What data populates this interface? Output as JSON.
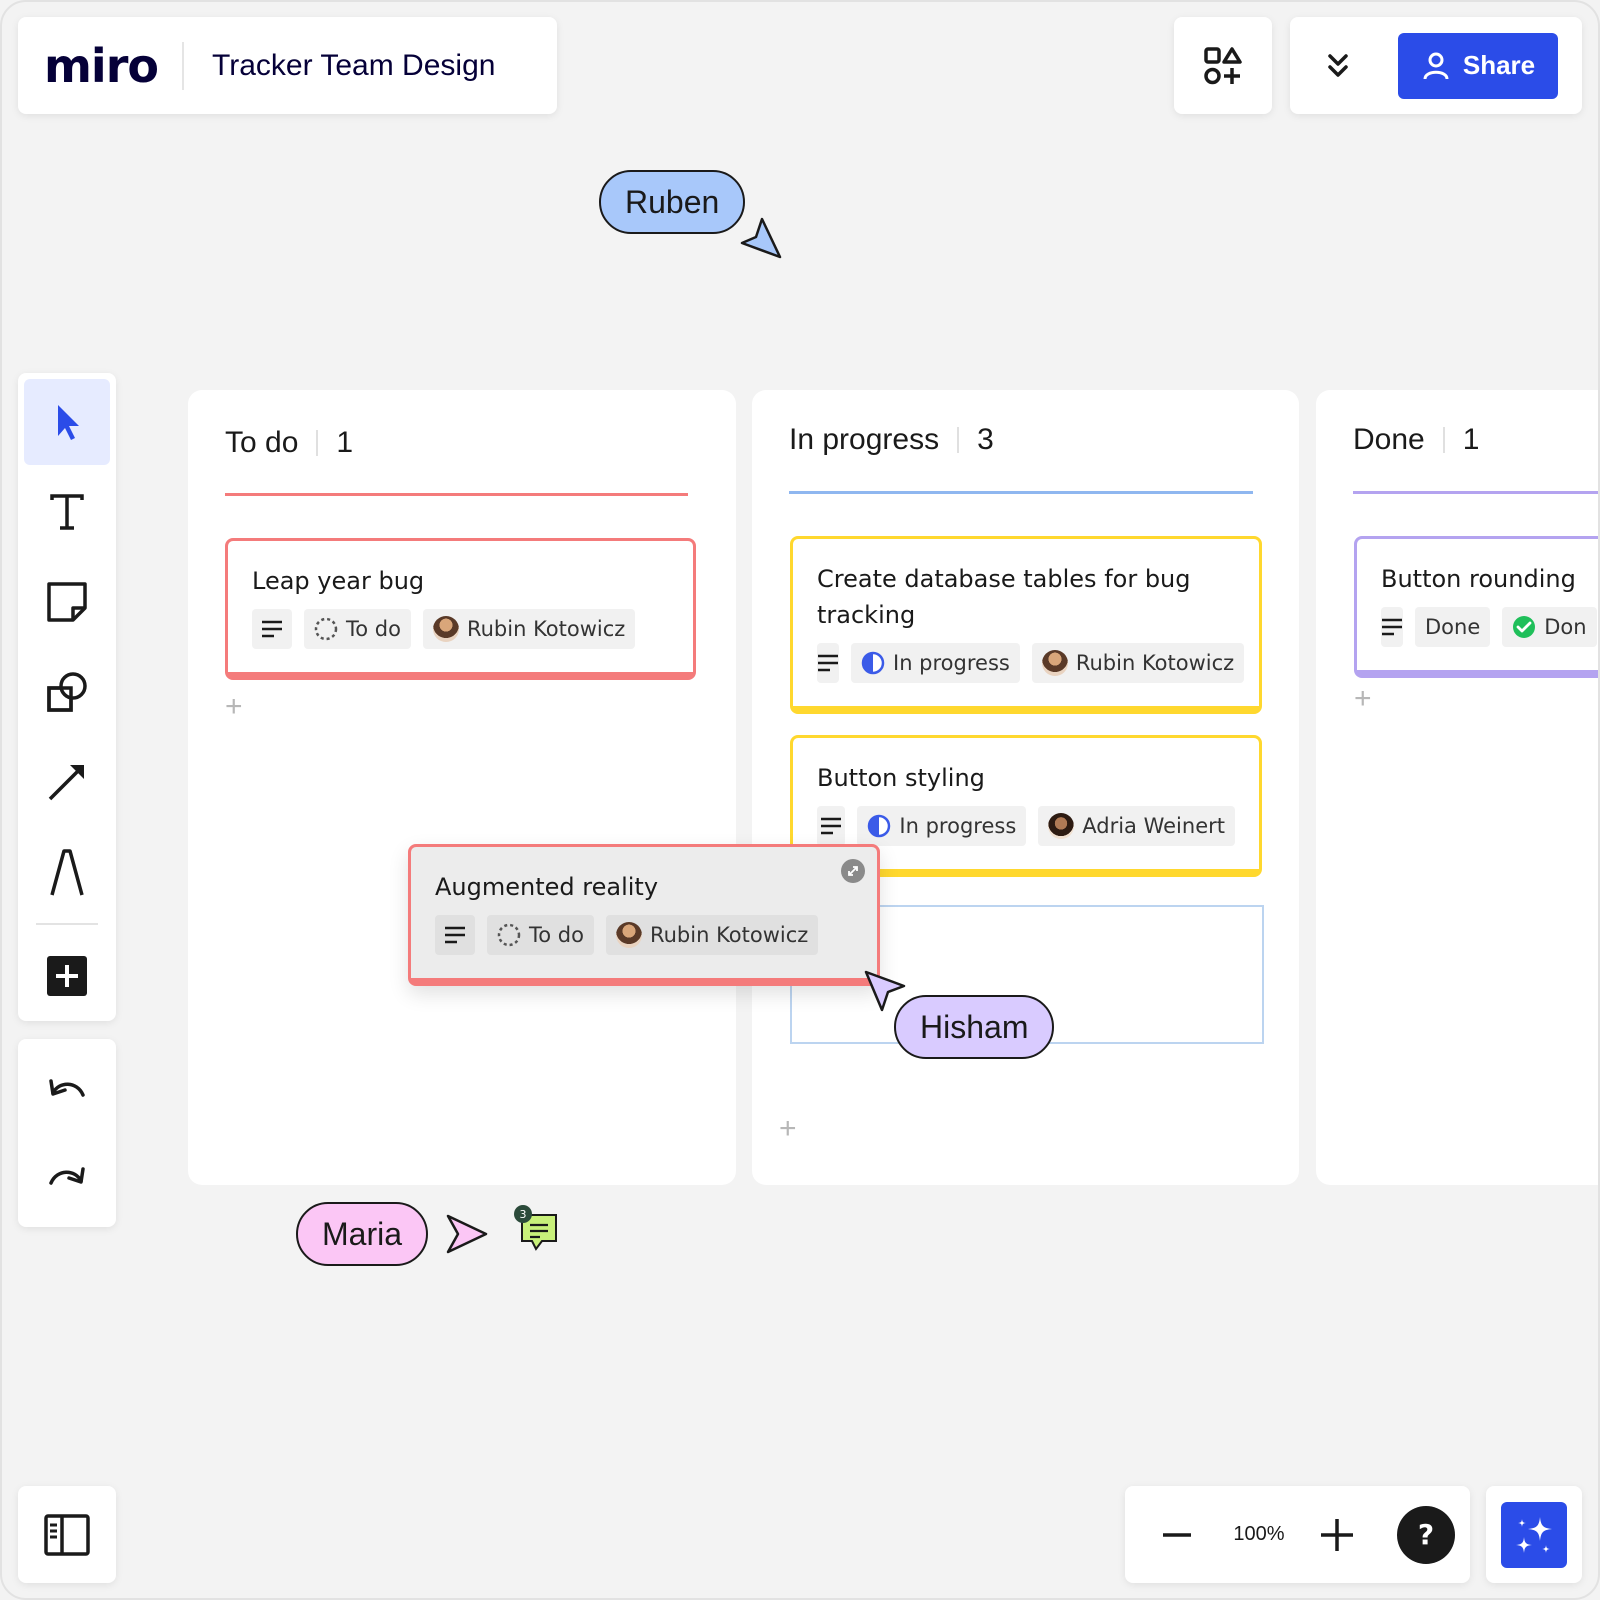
{
  "header": {
    "logo": "miro",
    "board_title": "Tracker Team Design",
    "share_label": "Share"
  },
  "icons": {
    "select": "cursor-arrow-icon",
    "text": "text-icon",
    "sticky": "sticky-note-icon",
    "shapes": "shapes-icon",
    "connector": "arrow-icon",
    "pen": "pen-icon",
    "more": "plus-square-icon",
    "undo": "undo-icon",
    "redo": "redo-icon",
    "sidebar": "sidebar-icon",
    "templates": "templates-icon",
    "chevron": "chevron-double-down-icon",
    "ai": "sparkle-icon",
    "comment": "comment-icon"
  },
  "colors": {
    "accent": "#2b4ce8",
    "todo": "#f47b7b",
    "in_progress": "#ffd82e",
    "in_progress_line": "#8fb7f0",
    "done": "#b4a3f0",
    "ruben": "#a8c8fa",
    "hisham": "#d9cbff",
    "maria": "#fbc6f5"
  },
  "columns": [
    {
      "title": "To do",
      "count": "1",
      "cards": [
        {
          "title": "Leap year bug",
          "status": "To do",
          "assignee": "Rubin Kotowicz"
        }
      ]
    },
    {
      "title": "In progress",
      "count": "3",
      "cards": [
        {
          "title": "Create database tables for bug tracking",
          "status": "In progress",
          "assignee": "Rubin Kotowicz"
        },
        {
          "title": "Button styling",
          "status": "In progress",
          "assignee": "Adria Weinert"
        }
      ]
    },
    {
      "title": "Done",
      "count": "1",
      "cards": [
        {
          "title": "Button rounding",
          "status": "Done",
          "status2": "Don"
        }
      ]
    }
  ],
  "floating_card": {
    "title": "Augmented reality",
    "status": "To do",
    "assignee": "Rubin Kotowicz"
  },
  "cursors": {
    "ruben": "Ruben",
    "hisham": "Hisham",
    "maria": "Maria"
  },
  "comment_count": "3",
  "zoom": {
    "level": "100%",
    "help": "?"
  }
}
